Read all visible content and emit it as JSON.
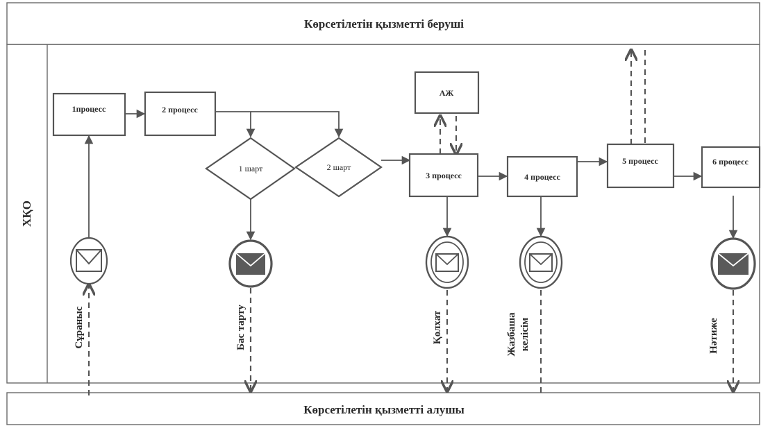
{
  "lanes": {
    "provider_title": "Көрсетілетін қызметті беруші",
    "side_label": "ХҚО",
    "recipient_title": "Көрсетілетін қызметті алушы"
  },
  "processes": {
    "p1": "1процесс",
    "p2": "2 процесс",
    "p3": "3 процесс",
    "p4": "4 процесс",
    "p5": "5 процесс",
    "p6": "6 процесс",
    "aj": "АЖ"
  },
  "conditions": {
    "c1": "1 шарт",
    "c2": "2 шарт"
  },
  "messages": {
    "request": "Сұраныс",
    "refusal": "Бас тарту",
    "receipt": "Қолхат",
    "consent_line1": "Жазбаша",
    "consent_line2": "келісім",
    "result": "Нәтиже"
  },
  "colors": {
    "line": "#555555",
    "frame": "#6a6a6a",
    "envelope_dark": "#5a5a5a"
  }
}
